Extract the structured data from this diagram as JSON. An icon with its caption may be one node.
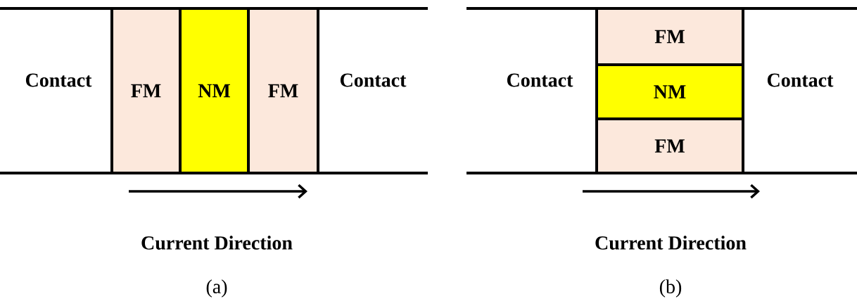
{
  "diagram": {
    "nodes": [
      {
        "text": [
          "FM"
        ]
      },
      {
        "text": [
          "NM"
        ]
      },
      {
        "text": [
          "FM"
        ]
      },
      {
        "text": [
          "FM"
        ]
      },
      {
        "text": [
          "NM"
        ]
      },
      {
        "text": [
          "FM"
        ]
      }
    ],
    "labels": [
      "Contact",
      "Contact",
      "Current Direction",
      "(a)",
      "Contact",
      "Contact",
      "Current Direction",
      "(b)"
    ]
  }
}
